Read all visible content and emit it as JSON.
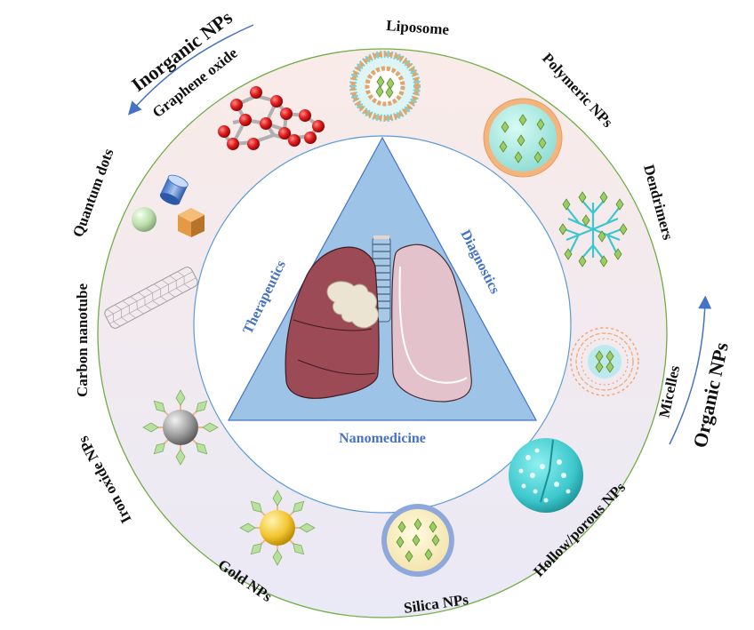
{
  "center_title": "Nanomedicine",
  "triangle": {
    "left_label": "Therapeutics",
    "right_label": "Diagnostics",
    "bottom_label": "Nanomedicine"
  },
  "categories": {
    "inorganic": "Inorganic NPs",
    "organic": "Organic NPs"
  },
  "nanoparticles": {
    "liposome": "Liposome",
    "polymeric": "Polymeric NPs",
    "dendrimers": "Dendrimers",
    "micelles": "Micelles",
    "hollow_porous": "Hollow/porous NPs",
    "silica": "Silica NPs",
    "gold": "Gold NPs",
    "iron_oxide": "Iron oxide NPs",
    "carbon_nanotube": "Carbon nanotube",
    "quantum_dots": "Quantum dots",
    "graphene_oxide": "Graphene oxide"
  },
  "colors": {
    "ring_fill_top": "#f8ecea",
    "ring_fill_bottom": "#eceaf5",
    "ring_outline": "#70ad47",
    "inner_outline": "#5b9bd5",
    "triangle_fill": "#9dc3e6",
    "triangle_stroke": "#4472c4",
    "label_blue": "#4472c4",
    "arrow_blue": "#4472c4"
  }
}
